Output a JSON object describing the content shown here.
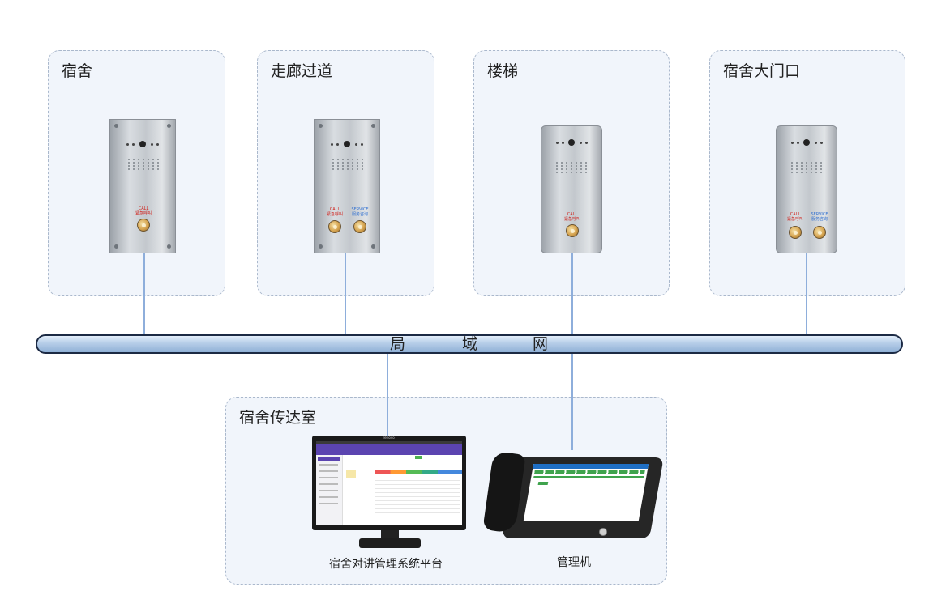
{
  "zones": {
    "dorm": "宿舍",
    "corridor": "走廊过道",
    "stairs": "楼梯",
    "gate": "宿舍大门口",
    "guard_room": "宿舍传达室"
  },
  "network": {
    "chars": [
      "局",
      "域",
      "网"
    ]
  },
  "panels": {
    "call_label": "CALL",
    "emergency_label": "紧急呼叫",
    "service_label": "SERVICE",
    "service_cn_label": "服务咨询"
  },
  "devices": {
    "platform_label": "宿舍对讲管理系统平台",
    "manager_label": "管理机",
    "monitor_brand": "lenovo"
  },
  "colors": {
    "zone_border": "#aab8cc",
    "zone_fill": "#f1f5fb",
    "wire": "#8eaedb",
    "pipe_outline": "#1c2a44",
    "app_header": "#5b44b0",
    "emergency_text": "#d0201a",
    "service_text": "#2f6fd0"
  }
}
